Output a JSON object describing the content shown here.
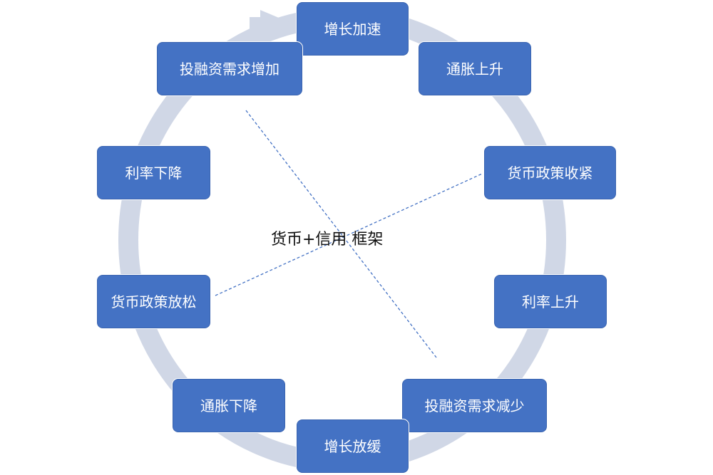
{
  "title": "货币+信用 框架",
  "colors": {
    "box": "#4472C4",
    "ring": "#D0D7E6",
    "dash": "#4472C4"
  },
  "nodes": [
    {
      "label": "增长加速"
    },
    {
      "label": "通胀上升"
    },
    {
      "label": "货币政策收紧"
    },
    {
      "label": "利率上升"
    },
    {
      "label": "投融资需求减少"
    },
    {
      "label": "增长放缓"
    },
    {
      "label": "通胀下降"
    },
    {
      "label": "货币政策放松"
    },
    {
      "label": "利率下降"
    },
    {
      "label": "投融资需求增加"
    }
  ]
}
